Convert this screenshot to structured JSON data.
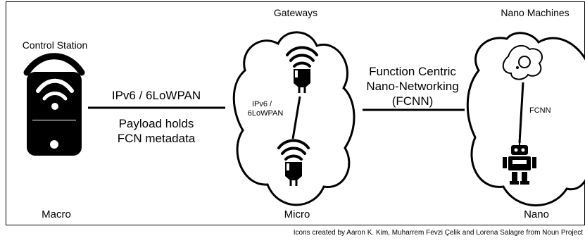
{
  "entities": {
    "control_station": {
      "title": "Control Station",
      "region": "Macro"
    },
    "gateways": {
      "title": "Gateways",
      "region": "Micro"
    },
    "nano_machines": {
      "title": "Nano Machines",
      "region": "Nano"
    }
  },
  "links": {
    "macro_micro": {
      "protocol": "IPv6 / 6LoWPAN",
      "note_line1": "Payload holds",
      "note_line2": "FCN metadata"
    },
    "gateway_internal": {
      "line1": "IPv6 /",
      "line2": "6LoWPAN"
    },
    "micro_nano": {
      "line1": "Function Centric",
      "line2": "Nano-Networking",
      "line3": "(FCNN)"
    },
    "nano_internal": {
      "label": "FCNN"
    }
  },
  "credit": "Icons created by Aaron K. Kim, Muharrem Fevzi Çelik and Lorena Salagre from Noun Project",
  "icons": [
    "smartphone-wifi-icon",
    "gateway-wifi-icon",
    "nano-cell-icon",
    "robot-icon"
  ],
  "colors": {
    "stroke": "#000000",
    "background": "#ffffff"
  }
}
